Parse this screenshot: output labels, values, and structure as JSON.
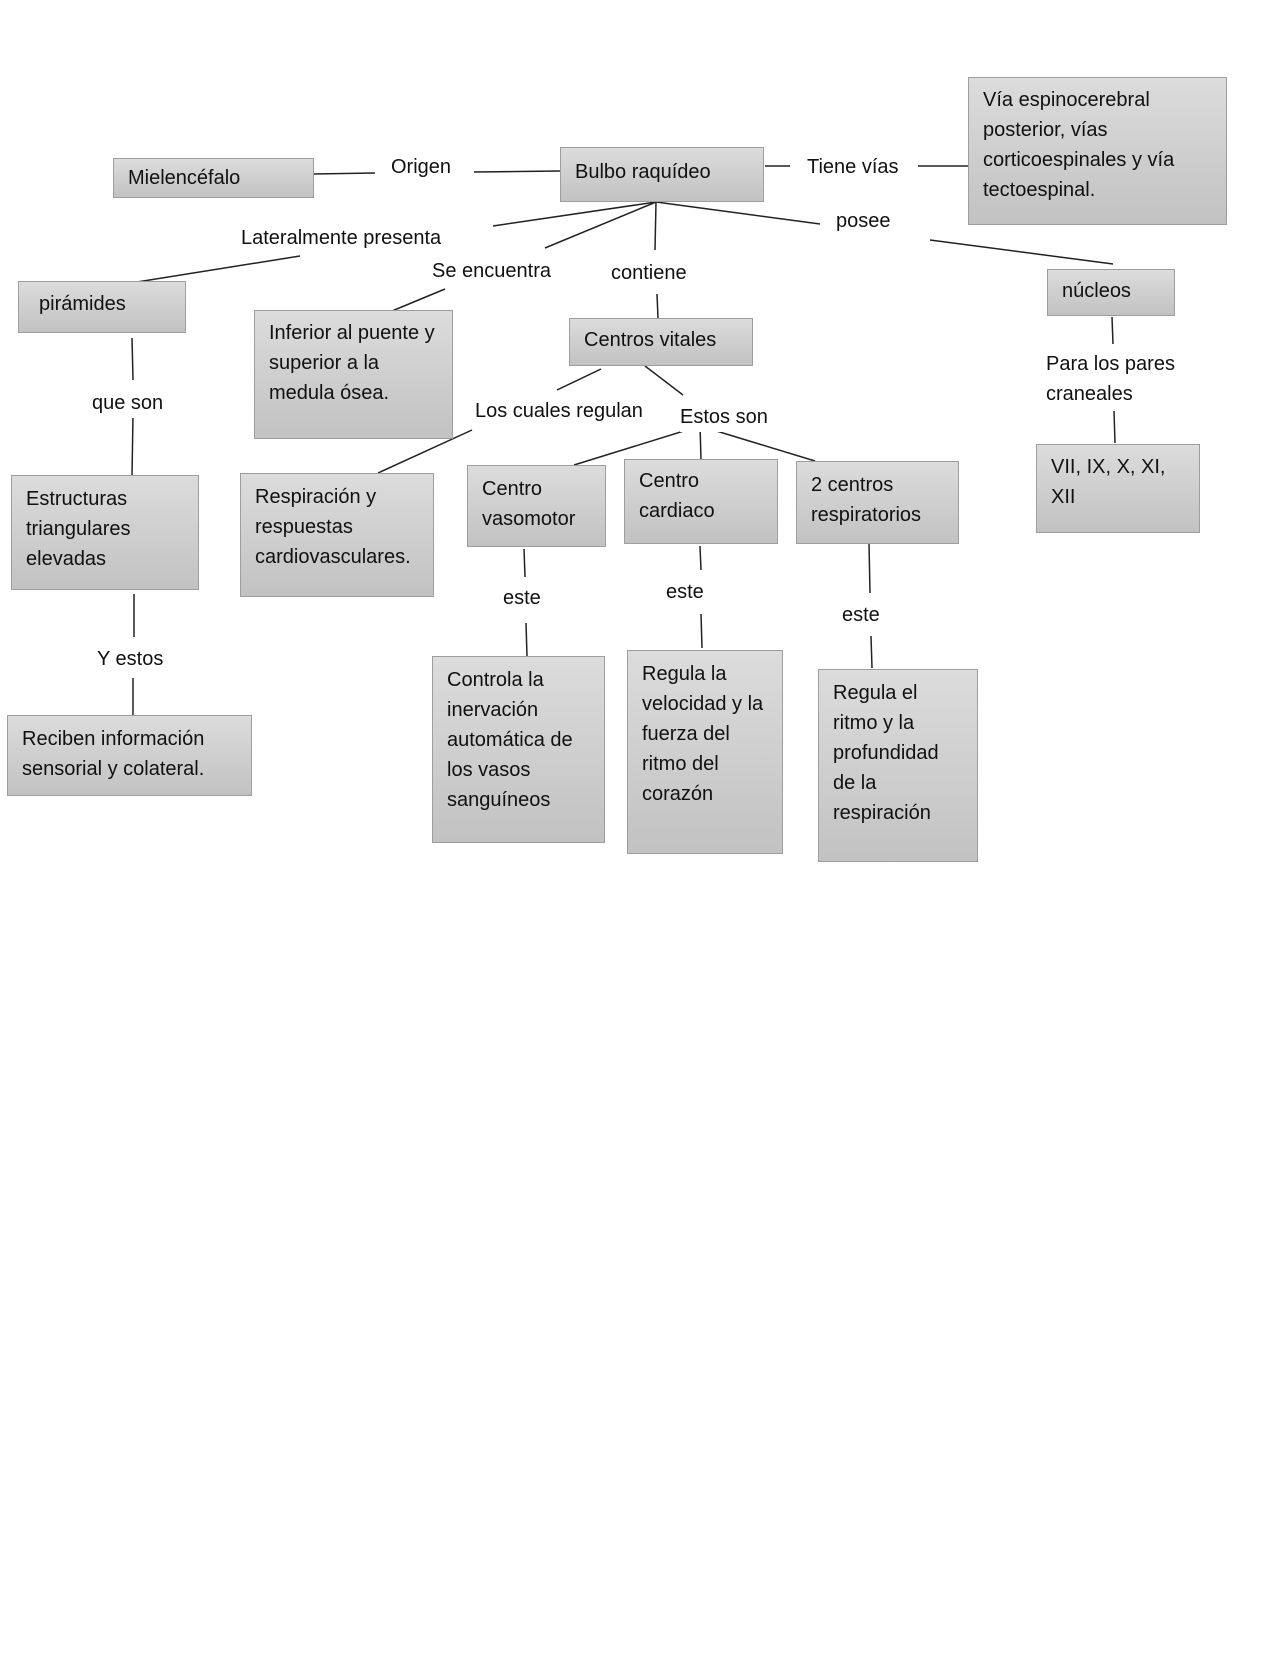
{
  "nodes": {
    "mielencefalo": "Mielencéfalo",
    "bulbo": "Bulbo raquídeo",
    "vias": "Vía espinocerebral posterior, vías corticoespinales y vía tectoespinal.",
    "piramides": "pirámides",
    "inferior": "Inferior al puente y superior a la medula ósea.",
    "centros_vitales": "Centros vitales",
    "nucleos": "núcleos",
    "estructuras": "Estructuras triangulares elevadas",
    "respiracion": "Respiración y respuestas cardiovasculares.",
    "vasomotor": "Centro vasomotor",
    "cardiaco": "Centro cardiaco",
    "respiratorios": "2 centros respiratorios",
    "pares": "VII, IX, X, XI, XII",
    "reciben": "Reciben información sensorial y colateral.",
    "controla": "Controla la inervación automática de los vasos sanguíneos",
    "regula_corazon": "Regula la velocidad y la fuerza del ritmo del corazón",
    "regula_respiracion": "Regula el ritmo y la profundidad de la respiración"
  },
  "labels": {
    "origen": "Origen",
    "tiene_vias": "Tiene vías",
    "lateralmente": "Lateralmente presenta",
    "se_encuentra": "Se encuentra",
    "contiene": "contiene",
    "posee": "posee",
    "que_son": "que son",
    "para_pares": "Para los pares craneales",
    "cuales_regulan": "Los cuales regulan",
    "estos_son": "Estos son",
    "y_estos": "Y estos",
    "este_1": "este",
    "este_2": "este",
    "este_3": "este"
  }
}
